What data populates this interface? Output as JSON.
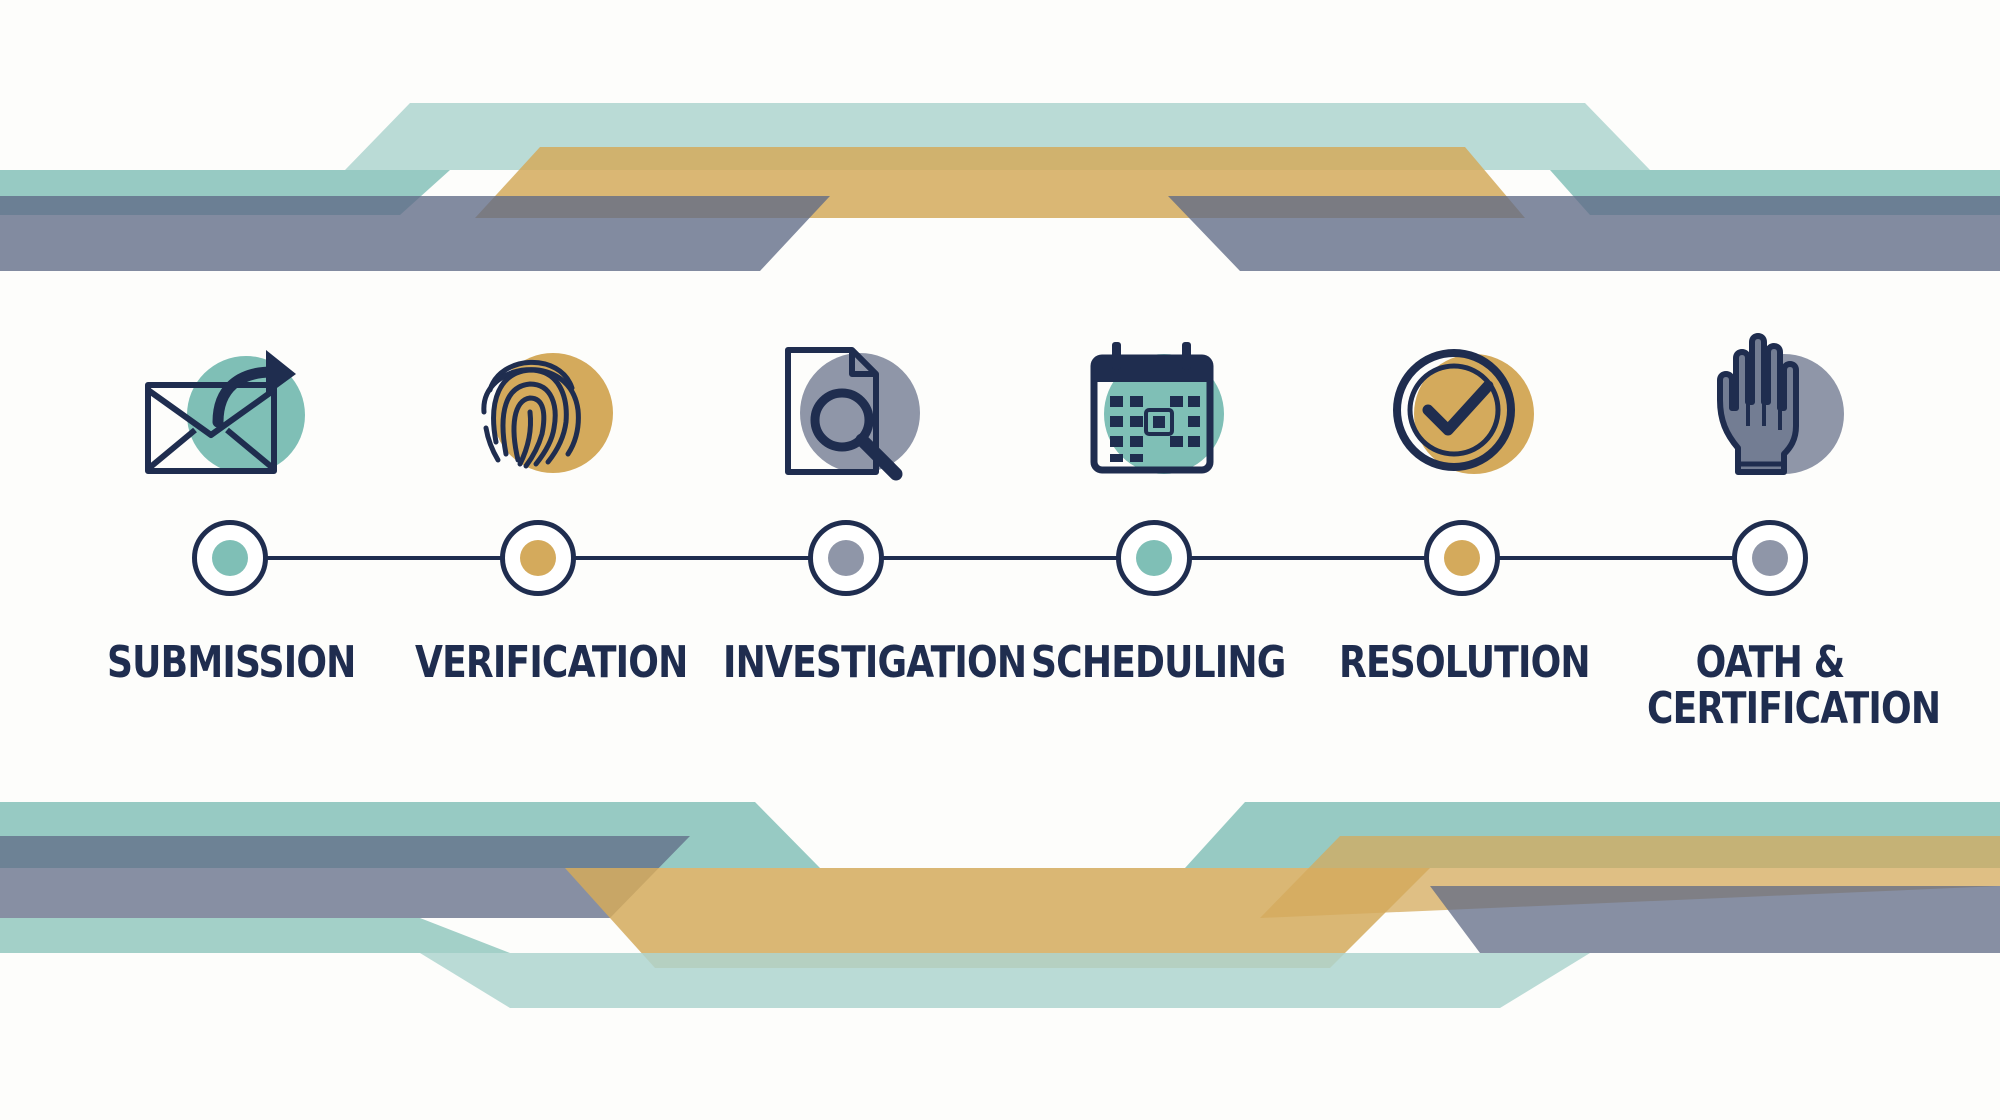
{
  "colors": {
    "teal": "#7fbfb6",
    "gold": "#d4aa5c",
    "slate": "#7c869e",
    "navy": "#1f2d4f",
    "light_teal": "#aed5cf",
    "background": "#fdfdfb"
  },
  "steps": [
    {
      "label": "SUBMISSION",
      "icon": "envelope-forward-icon",
      "accent": "#7fbfb6"
    },
    {
      "label": "VERIFICATION",
      "icon": "fingerprint-icon",
      "accent": "#d4aa5c"
    },
    {
      "label": "INVESTIGATION",
      "icon": "document-magnifier-icon",
      "accent": "#8f96a8"
    },
    {
      "label": "SCHEDULING",
      "icon": "calendar-icon",
      "accent": "#7fbfb6"
    },
    {
      "label": "RESOLUTION",
      "icon": "checkmark-circle-icon",
      "accent": "#d4aa5c"
    },
    {
      "label": "OATH &\nCERTIFICATION",
      "icon": "raised-hand-icon",
      "accent": "#8f96a8"
    }
  ]
}
